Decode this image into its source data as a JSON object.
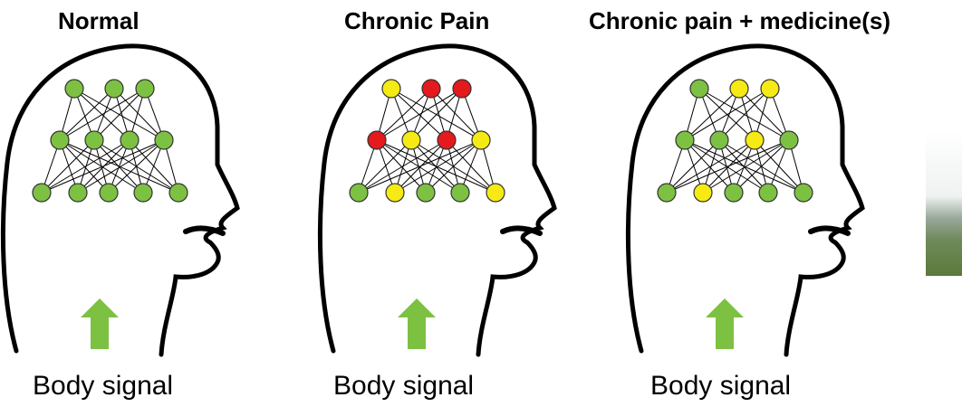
{
  "panels": [
    {
      "title": "Normal",
      "caption": "Body signal",
      "nodes": [
        [
          "green",
          "green",
          "green"
        ],
        [
          "green",
          "green",
          "green",
          "green"
        ],
        [
          "green",
          "green",
          "green",
          "green",
          "green"
        ]
      ]
    },
    {
      "title": "Chronic Pain",
      "caption": "Body signal",
      "nodes": [
        [
          "yellow",
          "red",
          "red"
        ],
        [
          "red",
          "yellow",
          "red",
          "yellow"
        ],
        [
          "green",
          "yellow",
          "green",
          "green",
          "yellow"
        ]
      ]
    },
    {
      "title": "Chronic pain + medicine(s)",
      "caption": "Body signal",
      "nodes": [
        [
          "green",
          "yellow",
          "yellow"
        ],
        [
          "green",
          "green",
          "yellow",
          "green"
        ],
        [
          "green",
          "yellow",
          "green",
          "green",
          "green"
        ]
      ]
    }
  ],
  "colors": {
    "green": "#7dc142",
    "yellow": "#f5ea14",
    "red": "#e41a1c",
    "arrow": "#7dc142",
    "outline": "#000000"
  }
}
